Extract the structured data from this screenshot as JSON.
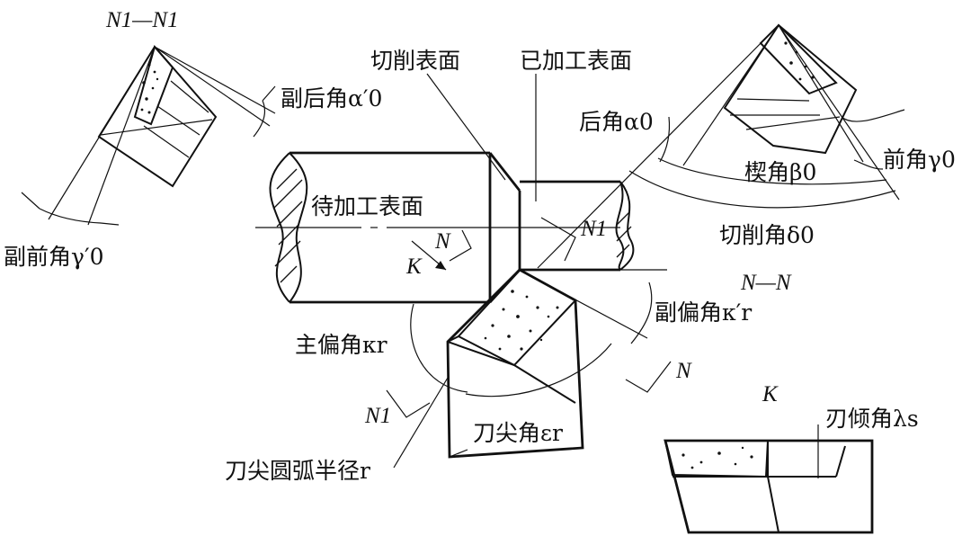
{
  "labels": {
    "n1_section": "N1—N1",
    "minor_flank_angle": "副后角α′0",
    "minor_rake_angle": "副前角γ′0",
    "cutting_surface": "切削表面",
    "machined_surface": "已加工表面",
    "flank_angle": "后角α0",
    "wedge_angle": "楔角β0",
    "rake_angle": "前角γ0",
    "cutting_angle": "切削角δ0",
    "surface_to_machine": "待加工表面",
    "n_section": "N—N",
    "minor_cutting_edge_angle": "副偏角κ′r",
    "major_cutting_edge_angle": "主偏角κr",
    "tool_nose_angle": "刀尖角εr",
    "nose_radius": "刀尖圆弧半径r",
    "k_label": "K",
    "k_view": "K",
    "inclination_angle": "刃倾角λs",
    "n_marker": "N",
    "n1_marker": "N1"
  }
}
